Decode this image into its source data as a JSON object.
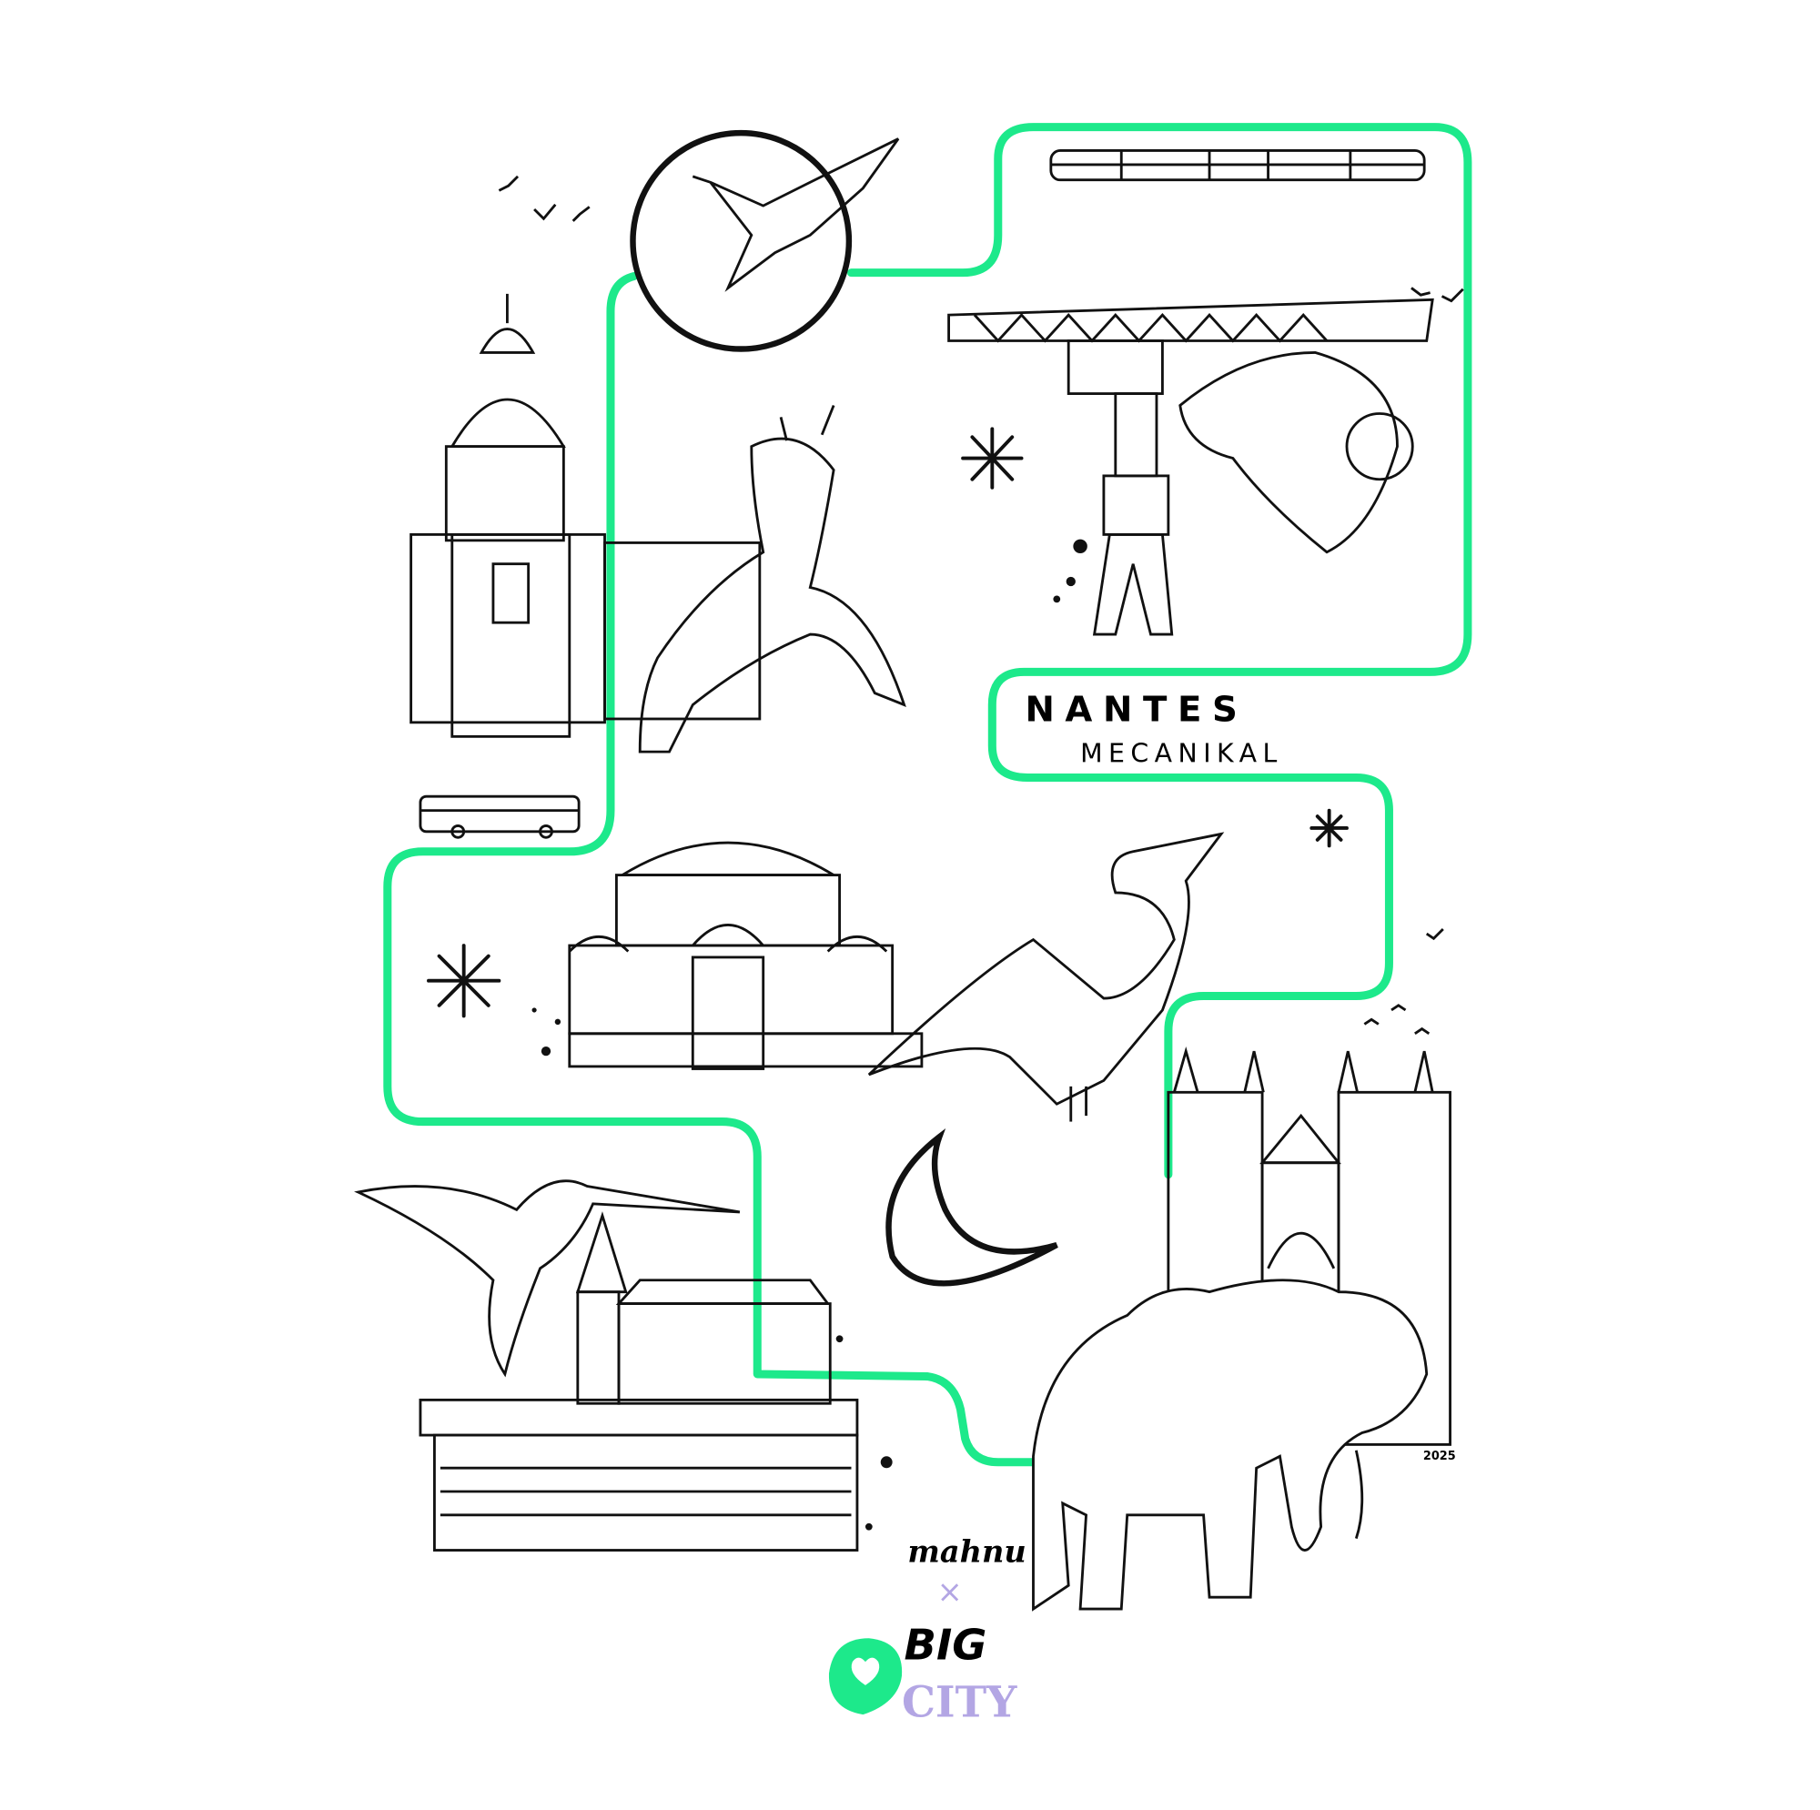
{
  "poster": {
    "title": "NANTES",
    "subtitle": "MECANIKAL",
    "year": "2025",
    "artist_signature": "mahnu",
    "collab_mark": "×",
    "brand": {
      "line1": "BIG",
      "line2": "CITY",
      "logo_icon": "heart-pin-icon"
    }
  },
  "colors": {
    "route": "#1de98b",
    "ink": "#111111",
    "brand_lavender": "#b3a6e4",
    "background": "#ffffff"
  }
}
